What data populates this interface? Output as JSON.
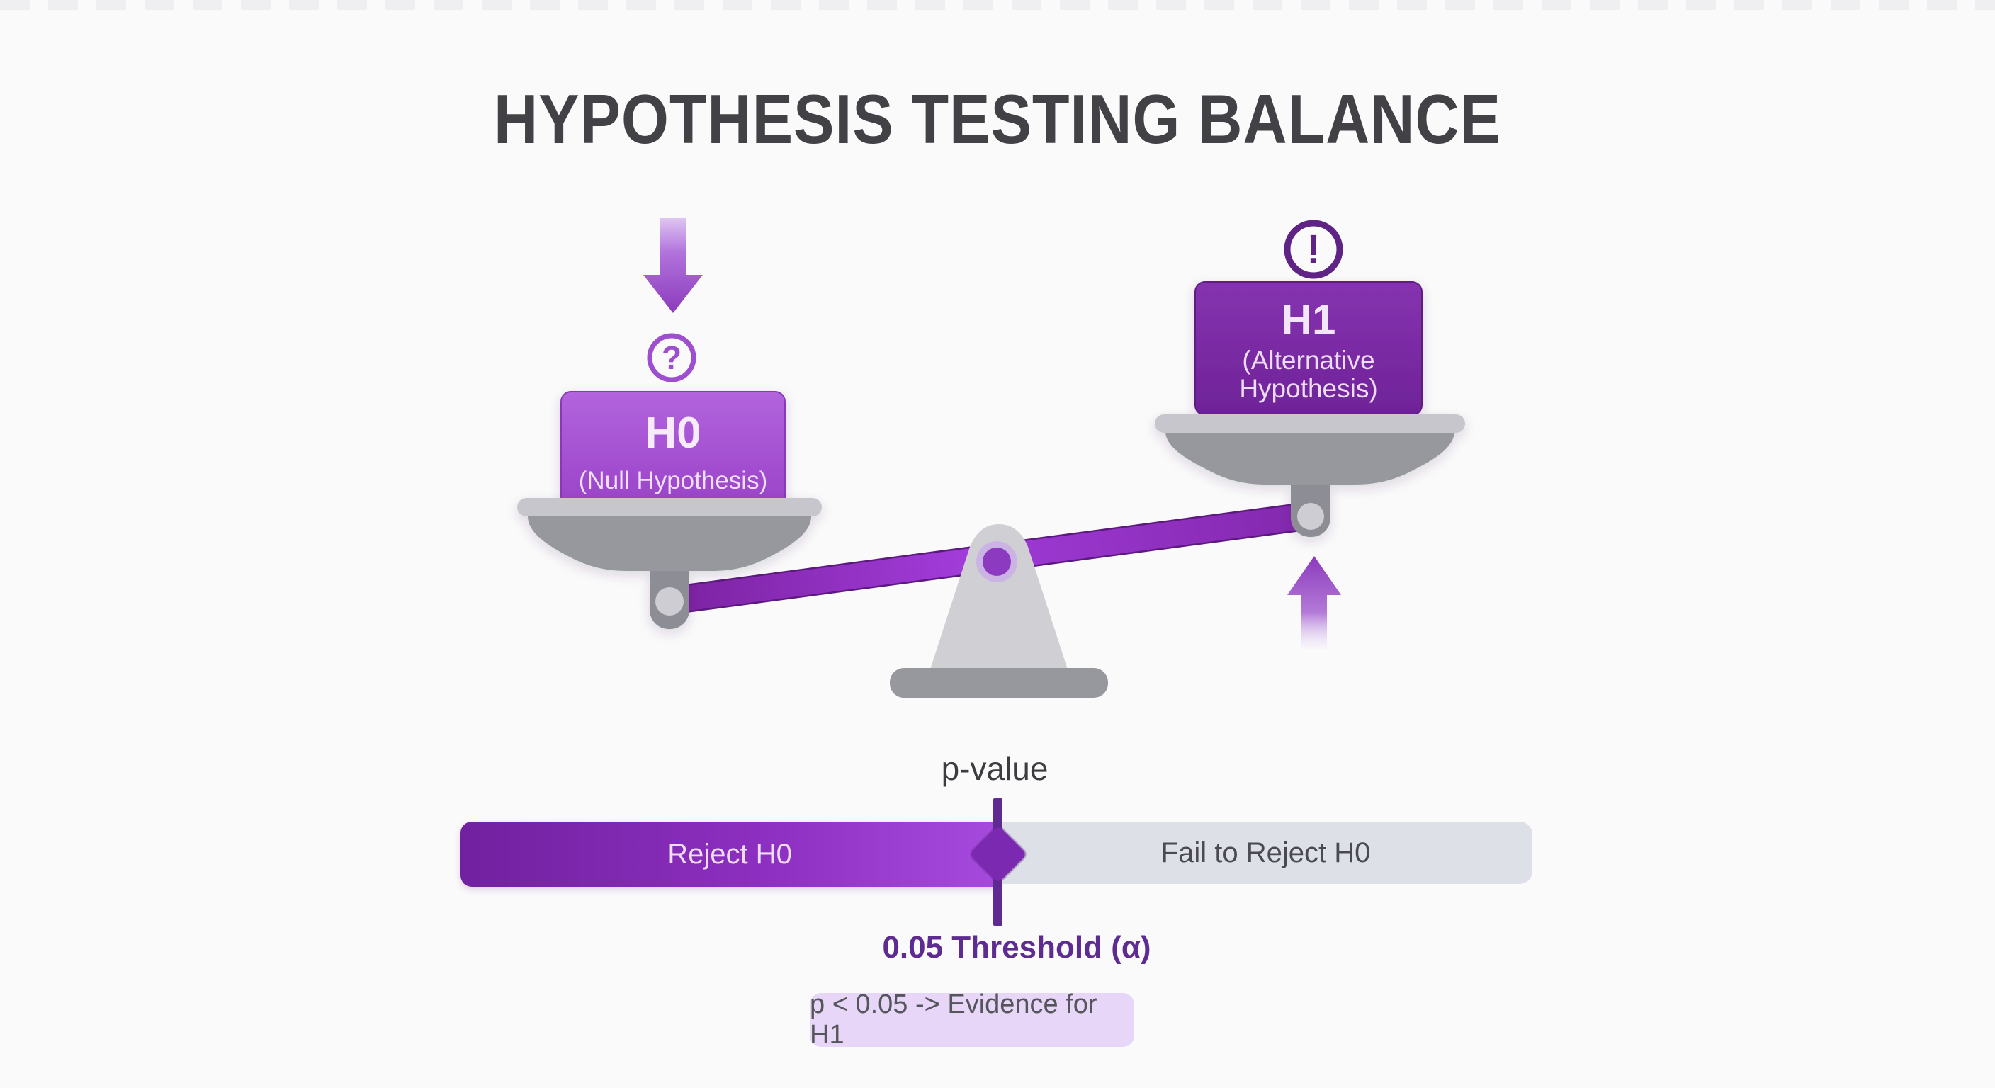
{
  "title": "HYPOTHESIS TESTING BALANCE",
  "scale": {
    "left": {
      "icon_glyph": "?",
      "code": "H0",
      "label": "(Null Hypothesis)"
    },
    "right": {
      "icon_glyph": "!",
      "code": "H1",
      "label_line1": "(Alternative",
      "label_line2": "Hypothesis)"
    }
  },
  "pvalue_scale": {
    "pointer_label": "p-value",
    "left_zone_label": "Reject H0",
    "right_zone_label": "Fail to Reject H0",
    "threshold_label": "0.05 Threshold (α)"
  },
  "note_text": "p < 0.05 -> Evidence for H1",
  "colors": {
    "background": "#fafafb",
    "title_text": "#424246",
    "h0_card": "#a04fd0",
    "h1_card": "#762a9e",
    "question_icon": "#9d4fcf",
    "alert_icon": "#5e2384",
    "beam_purple": "#9a33d2",
    "metal_gray": "#97979e",
    "threshold_line": "#5e2b90",
    "reject_zone_start": "#71219f",
    "reject_zone_end": "#a64ade",
    "fail_zone_bg": "#dee0e7",
    "diamond_marker": "#7b29b0",
    "note_bg": "#e7d6f7"
  }
}
